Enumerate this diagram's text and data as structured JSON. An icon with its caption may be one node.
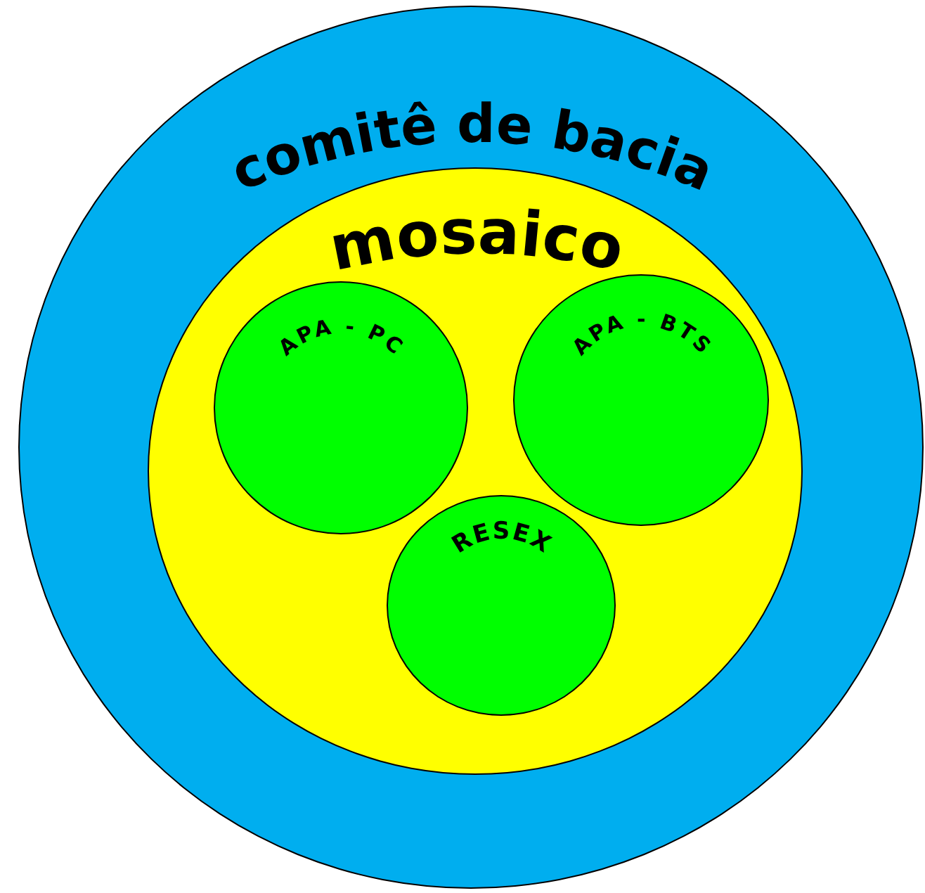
{
  "diagram": {
    "nodes": [
      {
        "text": [
          "comitê de bacia"
        ]
      },
      {
        "text": [
          "mosaico"
        ],
        "in": 0
      },
      {
        "text": [
          "APA - PC"
        ],
        "in": 1
      },
      {
        "text": [
          "APA - BTS"
        ],
        "in": 1
      },
      {
        "text": [
          "RESEX"
        ],
        "in": 1
      }
    ]
  }
}
